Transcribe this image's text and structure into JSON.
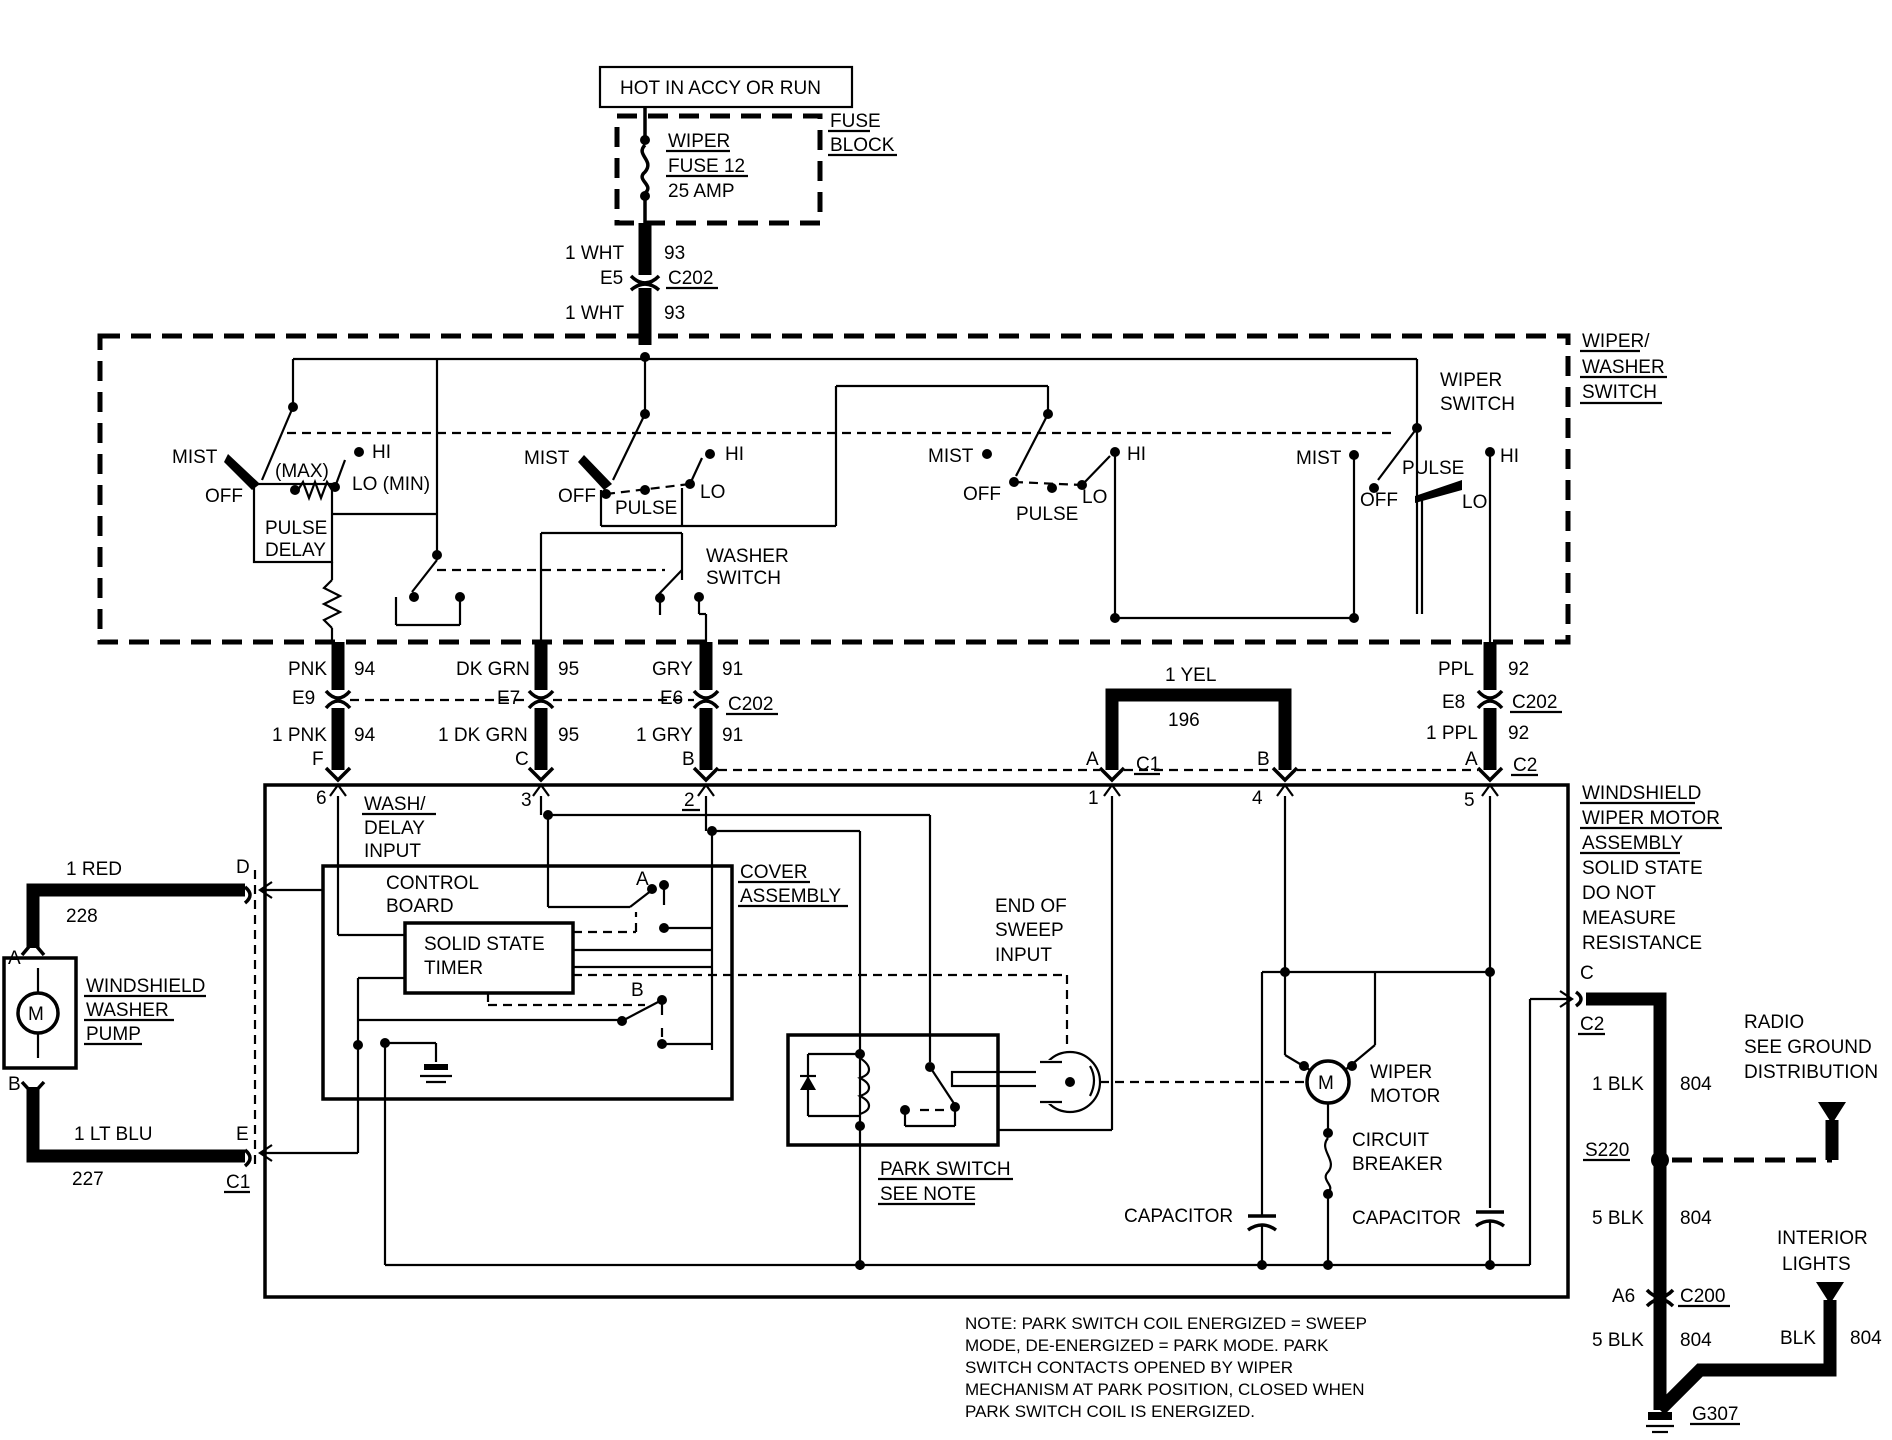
{
  "labels": {
    "hot": "HOT IN ACCY OR RUN",
    "fuse_block_1": "FUSE",
    "fuse_block_2": "BLOCK",
    "fuse_1": "WIPER",
    "fuse_2": "FUSE 12",
    "fuse_3": "25 AMP",
    "w1_wht": "1 WHT",
    "w1_93": "93",
    "e5": "E5",
    "c202_top": "C202",
    "w2_wht": "1 WHT",
    "w2_93": "93",
    "ws_1": "WIPER/",
    "ws_2": "WASHER",
    "ws_3": "SWITCH",
    "wiper_switch_1": "WIPER",
    "wiper_switch_2": "SWITCH",
    "mist": "MIST",
    "off": "OFF",
    "hi": "HI",
    "lo": "LO",
    "max": "(MAX)",
    "lo_min": "LO (MIN)",
    "pulse": "PULSE",
    "pulse_delay_1": "PULSE",
    "pulse_delay_2": "DELAY",
    "washer_switch_1": "WASHER",
    "washer_switch_2": "SWITCH",
    "pnk": "PNK",
    "c94": "94",
    "dkgrn": "DK GRN",
    "c95": "95",
    "gry": "GRY",
    "c91": "91",
    "ppl": "PPL",
    "c92": "92",
    "e9": "E9",
    "e7": "E7",
    "e6": "E6",
    "e8": "E8",
    "c202": "C202",
    "pnk1": "1 PNK",
    "dkgrn1": "1 DK GRN",
    "gry1": "1 GRY",
    "ppl1": "1 PPL",
    "yel1": "1 YEL",
    "c196": "196",
    "pin_f": "F",
    "pin_c": "C",
    "pin_b": "B",
    "pin_a": "A",
    "c1": "C1",
    "c2": "C2",
    "n6": "6",
    "n3": "3",
    "n2": "2",
    "n1": "1",
    "n4": "4",
    "n5": "5",
    "wash_delay_1": "WASH/",
    "wash_delay_2": "DELAY",
    "wash_delay_3": "INPUT",
    "control_board_1": "CONTROL",
    "control_board_2": "BOARD",
    "timer_1": "SOLID STATE",
    "timer_2": "TIMER",
    "cover_1": "COVER",
    "cover_2": "ASSEMBLY",
    "eos_1": "END OF",
    "eos_2": "SWEEP",
    "eos_3": "INPUT",
    "park_1": "PARK SWITCH",
    "park_2": "SEE NOTE",
    "capacitor": "CAPACITOR",
    "circuit_breaker_1": "CIRCUIT",
    "circuit_breaker_2": "BREAKER",
    "wiper_motor_1": "WIPER",
    "wiper_motor_2": "MOTOR",
    "motor_m": "M",
    "wwm_1": "WINDSHIELD",
    "wwm_2": "WIPER MOTOR",
    "wwm_3": "ASSEMBLY",
    "wwm_4": "SOLID STATE",
    "wwm_5": "DO NOT",
    "wwm_6": "MEASURE",
    "wwm_7": "RESISTANCE",
    "red1": "1 RED",
    "c228": "228",
    "pin_d": "D",
    "pin_e": "E",
    "ltblu1": "1 LT BLU",
    "c227": "227",
    "pump_1": "WINDSHIELD",
    "pump_2": "WASHER",
    "pump_3": "PUMP",
    "pump_m": "M",
    "radio_1": "RADIO",
    "radio_2": "SEE GROUND",
    "radio_3": "DISTRIBUTION",
    "blk1": "1 BLK",
    "c804": "804",
    "s220": "S220",
    "blk5": "5 BLK",
    "a6": "A6",
    "c200": "C200",
    "blk": "BLK",
    "g307": "G307",
    "interior_1": "INTERIOR",
    "interior_2": "LIGHTS",
    "note_1": "NOTE: PARK SWITCH COIL ENERGIZED = SWEEP",
    "note_2": "MODE, DE-ENERGIZED =  PARK MODE. PARK",
    "note_3": "SWITCH CONTACTS OPENED BY WIPER",
    "note_4": "MECHANISM AT PARK POSITION, CLOSED WHEN",
    "note_5": "PARK SWITCH COIL IS ENERGIZED."
  }
}
